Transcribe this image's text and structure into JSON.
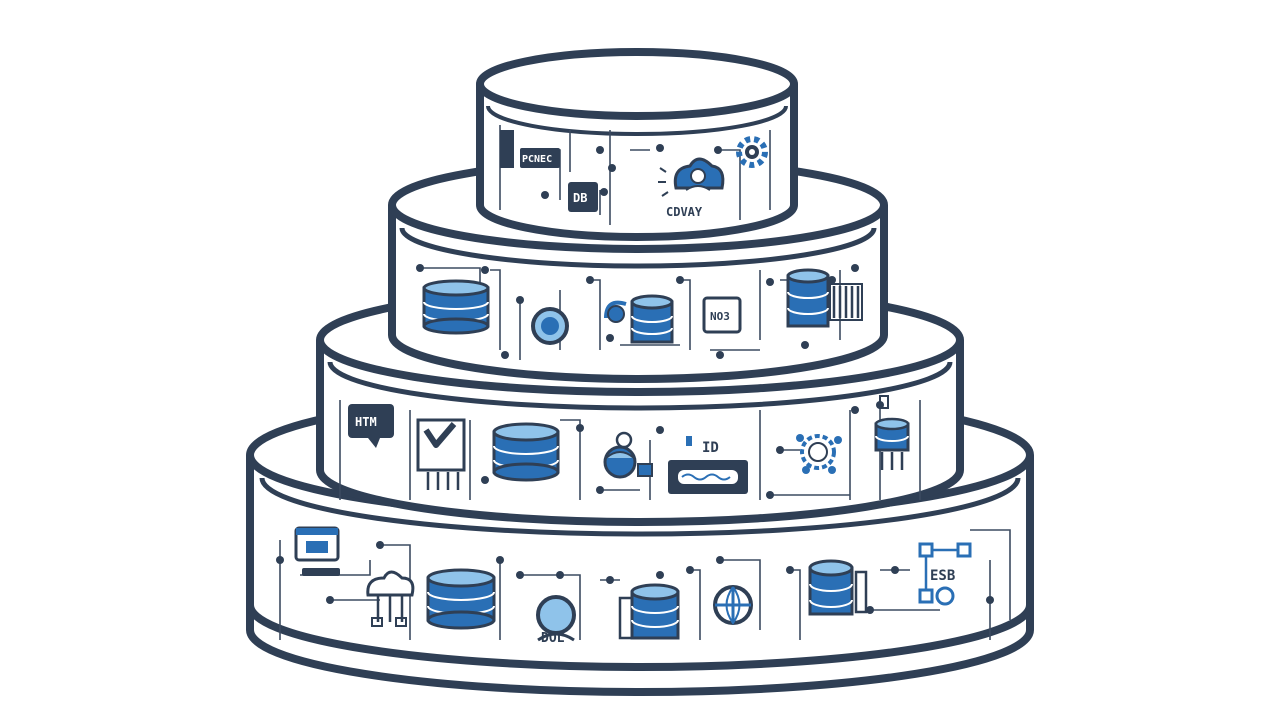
{
  "colors": {
    "background": "#ffffff",
    "outline": "#2f3f55",
    "accent": "#2a6fb5",
    "accent_light": "#8fc3ea",
    "circuit": "#3c4b60"
  },
  "tiers": [
    {
      "name": "tier-1-top",
      "icons": [
        "code-window-icon",
        "server-box-icon",
        "cloud-user-icon",
        "gear-icon",
        "circuit-node-icon"
      ],
      "labels": [
        "PCNEC",
        "DB",
        "CDVAY"
      ]
    },
    {
      "name": "tier-2",
      "icons": [
        "database-stack-icon",
        "globe-node-icon",
        "database-icon",
        "server-box-icon",
        "server-rack-icon"
      ],
      "labels": [
        "NO3"
      ]
    },
    {
      "name": "tier-3",
      "icons": [
        "chat-window-icon",
        "document-check-icon",
        "database-icon",
        "cloud-user-icon",
        "display-panel-icon",
        "gear-network-icon",
        "database-icon"
      ],
      "labels": [
        "HTM",
        "ID"
      ]
    },
    {
      "name": "tier-4-base",
      "icons": [
        "code-window-icon",
        "cloud-network-icon",
        "database-icon",
        "globe-node-icon",
        "database-stack-icon",
        "globe-icon",
        "database-icon",
        "circuit-node-icon"
      ],
      "labels": [
        "DOL",
        "ESB"
      ]
    }
  ]
}
